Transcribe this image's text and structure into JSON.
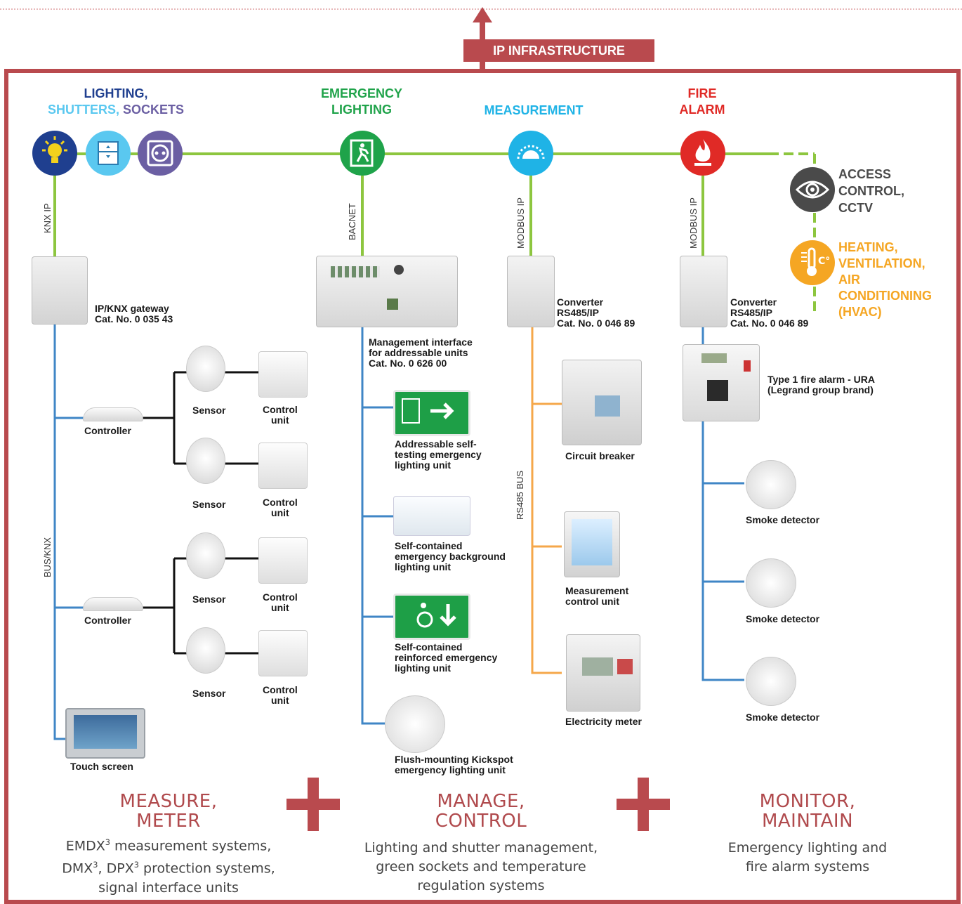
{
  "header": {
    "ip_infrastructure": "IP INFRASTRUCTURE"
  },
  "categories": {
    "lighting": {
      "line1": "LIGHTING,",
      "shutters": "SHUTTERS,",
      "sockets": "SOCKETS"
    },
    "emergency": {
      "line1": "EMERGENCY",
      "line2": "LIGHTING"
    },
    "measurement": {
      "line1": "MEASUREMENT"
    },
    "fire": {
      "line1": "FIRE",
      "line2": "ALARM"
    },
    "access": {
      "line1": "ACCESS",
      "line2": "CONTROL,",
      "line3": "CCTV"
    },
    "hvac": {
      "line1": "HEATING,",
      "line2": "VENTILATION,",
      "line3": "AIR",
      "line4": "CONDITIONING",
      "line5": "(HVAC)"
    }
  },
  "buses": {
    "knx_ip": "KNX IP",
    "bacnet": "BACNET",
    "modbus1": "MODBUS IP",
    "modbus2": "MODBUS IP",
    "bus_knx": "BUS/KNX",
    "rs485": "RS485 BUS"
  },
  "devices": {
    "gateway": {
      "line1": "IP/KNX gateway",
      "line2": "Cat. No. 0 035 43"
    },
    "mgmt": {
      "line1": "Management interface",
      "line2": "for addressable units",
      "line3": "Cat. No. 0 626 00"
    },
    "conv1": {
      "line1": "Converter",
      "line2": "RS485/IP",
      "line3": "Cat. No. 0 046 89"
    },
    "conv2": {
      "line1": "Converter",
      "line2": "RS485/IP",
      "line3": "Cat. No. 0 046 89"
    },
    "controller1": "Controller",
    "controller2": "Controller",
    "sensor": "Sensor",
    "control_unit_1": "Control",
    "control_unit_2": "unit",
    "touch": "Touch screen",
    "em1": {
      "line1": "Addressable self-",
      "line2": "testing emergency",
      "line3": "lighting unit"
    },
    "em2": {
      "line1": "Self-contained",
      "line2": "emergency background",
      "line3": "lighting unit"
    },
    "em3": {
      "line1": "Self-contained",
      "line2": "reinforced emergency",
      "line3": "lighting unit"
    },
    "em4": {
      "line1": "Flush-mounting Kickspot",
      "line2": "emergency lighting unit"
    },
    "breaker": "Circuit breaker",
    "meas_ctrl": {
      "line1": "Measurement",
      "line2": "control unit"
    },
    "elec_meter": "Electricity meter",
    "fire_panel": {
      "line1": "Type 1 fire alarm - URA",
      "line2": "(Legrand group brand)"
    },
    "smoke": "Smoke detector"
  },
  "bottom": {
    "measure": {
      "t1": "MEASURE,",
      "t2": "METER",
      "d1a": "EMDX",
      "d1b": " measurement systems,",
      "d2a": "DMX",
      "d2b": ", DPX",
      "d2c": " protection systems,",
      "d3": "signal interface units",
      "sup": "3"
    },
    "manage": {
      "t1": "MANAGE,",
      "t2": "CONTROL",
      "d1": "Lighting and shutter management,",
      "d2": "green sockets and temperature",
      "d3": "regulation systems"
    },
    "monitor": {
      "t1": "MONITOR,",
      "t2": "MAINTAIN",
      "d1": "Emergency lighting and",
      "d2": "fire alarm systems"
    }
  },
  "colors": {
    "frame": "#b94a4e",
    "green_bus": "#8dc63f",
    "knx_bus": "#3f86c6",
    "rs485_bus": "#f5a74a",
    "lighting": "#1f3f8f",
    "shutters": "#5ac8f0",
    "sockets": "#6b5fa3",
    "emergency": "#1fa34a",
    "measurement": "#1fb3e6",
    "fire": "#e02a26",
    "access": "#4a4a4a",
    "hvac": "#f5a623"
  }
}
